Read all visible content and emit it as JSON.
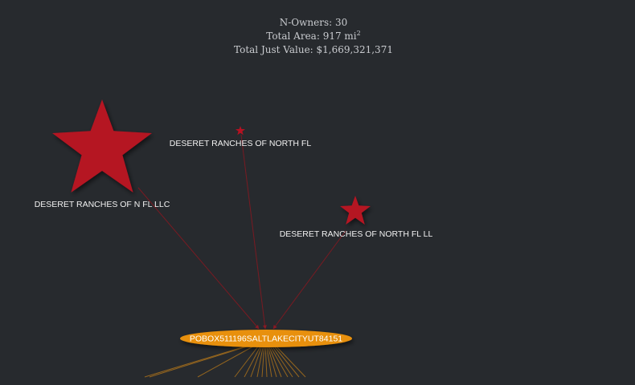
{
  "summary": {
    "owners_label": "N-Owners: 30",
    "area_label": "Total Area: 917 mi",
    "area_exponent": "2",
    "value_label": "Total Just Value: $1,669,321,371"
  },
  "colors": {
    "background": "#272a2e",
    "owner_star": "#b51222",
    "hub_fill": "#e8900c",
    "owner_edge": "#7a1a22",
    "parcel_edge": "#a8701c"
  },
  "hub": {
    "label": "POBOX511196SALTLAKECITYUT84151"
  },
  "owners": [
    {
      "label": "DESERET RANCHES OF N FL LLC"
    },
    {
      "label": "DESERET RANCHES OF NORTH FL"
    },
    {
      "label": "DESERET RANCHES OF NORTH FL LL"
    }
  ]
}
